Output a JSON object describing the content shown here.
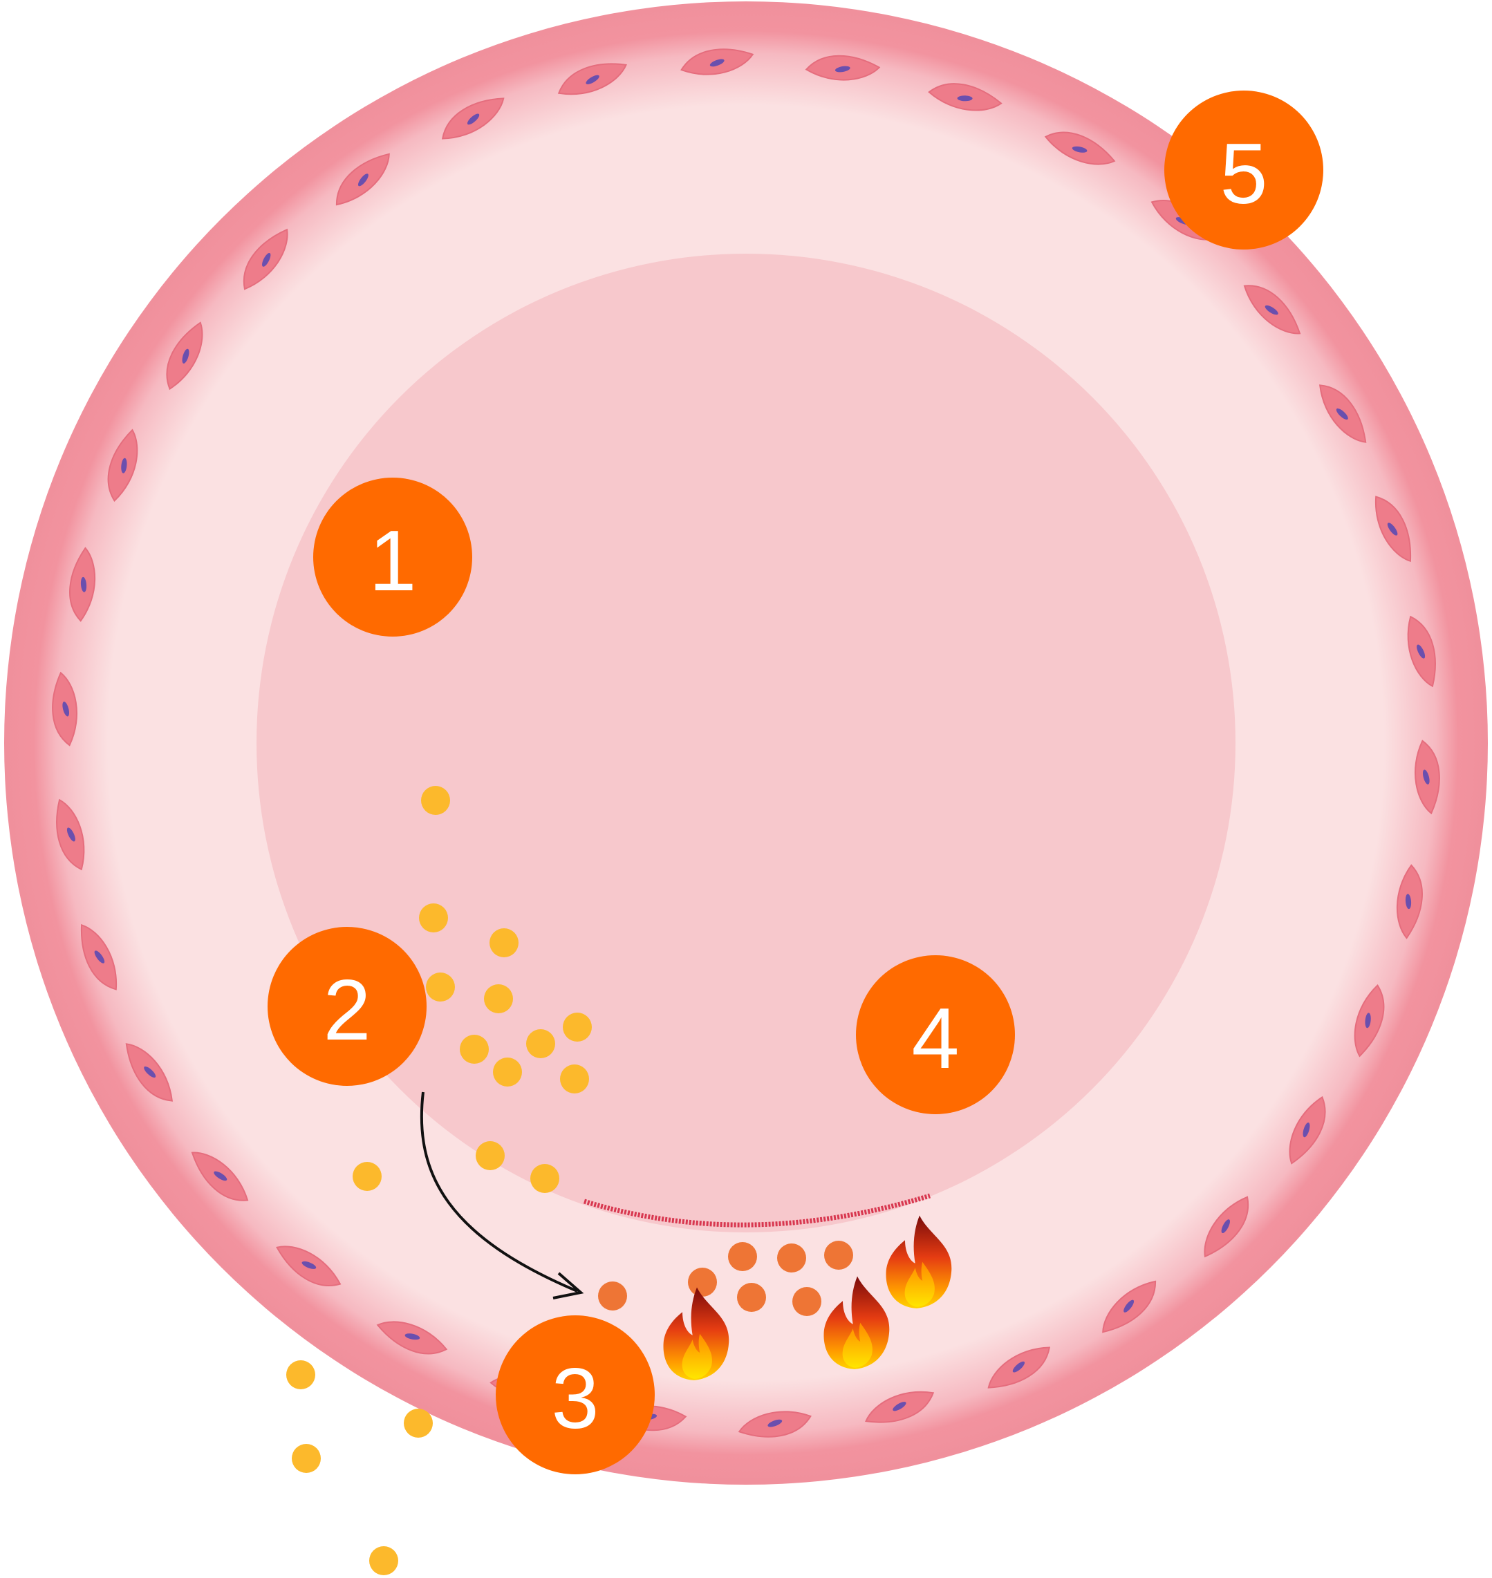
{
  "badges": [
    {
      "id": "1",
      "label": "1"
    },
    {
      "id": "2",
      "label": "2"
    },
    {
      "id": "3",
      "label": "3"
    },
    {
      "id": "4",
      "label": "4"
    },
    {
      "id": "5",
      "label": "5"
    }
  ],
  "colors": {
    "outer_wall": "#f2939f",
    "inner_wall": "#fbe1e2",
    "lumen": "#f7c8cc",
    "cell": "#ee7c8a",
    "nucleus": "#6a4fae",
    "badge": "#ff6a00",
    "yellow_particle": "#fcb92c",
    "orange_particle": "#ee7535",
    "damage_line": "#d8374f",
    "arrow": "#111111"
  },
  "icons": [
    "fire-icon",
    "endothelial-cell-icon",
    "arrow-icon"
  ]
}
